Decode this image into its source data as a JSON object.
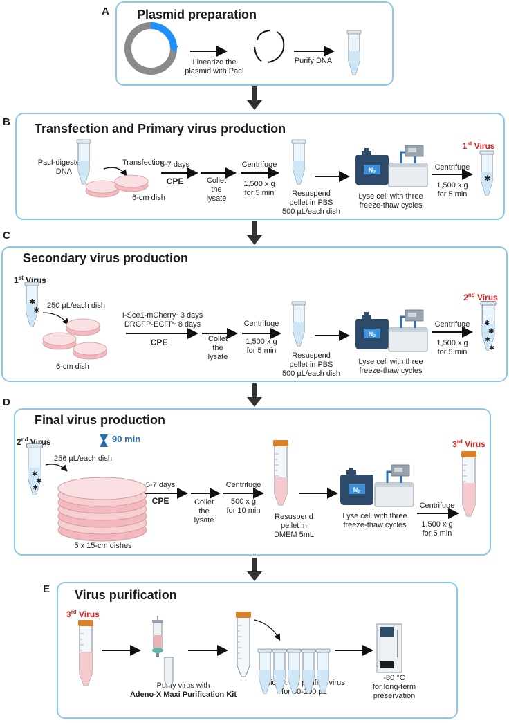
{
  "panels": [
    {
      "letter": "A",
      "title": "Plasmid preparation"
    },
    {
      "letter": "B",
      "title": "Transfection and Primary virus production"
    },
    {
      "letter": "C",
      "title": "Secondary virus production"
    },
    {
      "letter": "D",
      "title": "Final virus production"
    },
    {
      "letter": "E",
      "title": "Virus purification"
    }
  ],
  "a": {
    "linearize": "Linearize the",
    "linearize2": "plasmid with PacI",
    "purify": "Purify DNA"
  },
  "b": {
    "paci1": "PacI-digested",
    "paci2": "DNA",
    "transfection": "Transfection",
    "dish": "6-cm dish",
    "days": "5-7 days",
    "cpe": "CPE",
    "collet1": "Collet",
    "collet2": "the",
    "collet3": "lysate",
    "centrifuge": "Centrifuge",
    "speed": "1,500 x g",
    "time": "for 5 min",
    "resuspend1": "Resuspend",
    "resuspend2": "pellet in PBS",
    "resuspend3": "500 µL/each dish",
    "lyse1": "Lyse cell with three",
    "lyse2": "freeze-thaw cycles",
    "centrifuge2": "Centrifuge",
    "speed2": "1,500 x g",
    "time2": "for 5 min",
    "virus_num": "1",
    "virus_sup": "st",
    "virus_word": " Virus",
    "n2": "N2"
  },
  "c": {
    "virus_num": "1",
    "virus_sup": "st",
    "virus_word": " Virus",
    "per_dish": "250 µL/each dish",
    "dish": "6-cm dish",
    "isce": "I-Sce1-mCherry~3 days",
    "drgfp": "DRGFP-ECFP~8 days",
    "cpe": "CPE",
    "collet1": "Collet",
    "collet2": "the",
    "collet3": "lysate",
    "centrifuge": "Centrifuge",
    "speed": "1,500 x g",
    "time": "for 5 min",
    "resuspend1": "Resuspend",
    "resuspend2": "pellet in PBS",
    "resuspend3": "500 µL/each dish",
    "lyse1": "Lyse cell with three",
    "lyse2": "freeze-thaw cycles",
    "centrifuge2": "Centrifuge",
    "speed2": "1,500 x g",
    "time2": "for 5 min",
    "out_num": "2",
    "out_sup": "nd",
    "out_word": " Virus",
    "n2": "N2"
  },
  "d": {
    "virus_num": "2",
    "virus_sup": "nd",
    "virus_word": " Virus",
    "timer": "90 min",
    "per_dish": "256 µL/each dish",
    "dishes": "5 x 15-cm dishes",
    "days": "5-7 days",
    "cpe": "CPE",
    "collet1": "Collet",
    "collet2": "the",
    "collet3": "lysate",
    "centrifuge": "Centrifuge",
    "speed": "500 x g",
    "time": "for 10 min",
    "resuspend1": "Resuspend",
    "resuspend2": "pellet in",
    "resuspend3": "DMEM 5mL",
    "lyse1": "Lyse cell with three",
    "lyse2": "freeze-thaw cycles",
    "centrifuge2": "Centrifuge",
    "speed2": "1,500 x g",
    "time2": "for 5 min",
    "out_num": "3",
    "out_sup": "rd",
    "out_word": " Virus",
    "n2": "N2"
  },
  "e": {
    "virus_num": "3",
    "virus_sup": "rd",
    "virus_word": " Virus",
    "purify1": "Purify virus with",
    "purify2": "Adeno-X Maxi Purification Kit",
    "aliquot1": "Aliquot the purified virus",
    "aliquot2": "for 50-100 µL",
    "store1": "-80 °C",
    "store2": "for long-term",
    "store3": "preservation"
  },
  "colors": {
    "border": "#8ec6ea",
    "accent": "#1e90ff",
    "red": "#e02020",
    "n2": "#2d4a6b",
    "pink": "#f6c9cf"
  }
}
